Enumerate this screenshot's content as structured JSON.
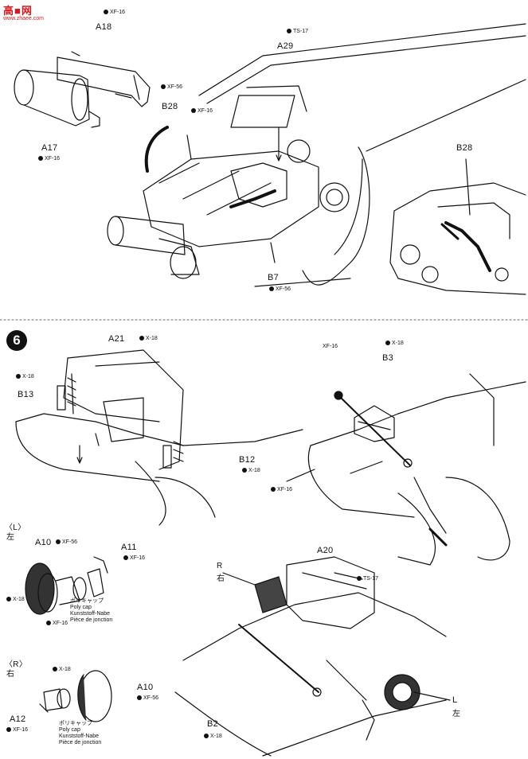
{
  "watermark": {
    "title": "高■网",
    "url": "www.zhaee.com"
  },
  "step_number": "6",
  "top": {
    "a18": "A18",
    "a18_paint": "XF-16",
    "a29": "A29",
    "a29_paint": "TS-17",
    "b28": "B28",
    "b28_paint_top": "XF-56",
    "b28_paint_side": "XF-16",
    "a17": "A17",
    "a17_paint": "XF-16",
    "b7": "B7",
    "b7_paint": "XF-56",
    "b28_detail": "B28"
  },
  "bottom": {
    "a21": "A21",
    "a21_paint": "X-18",
    "b13": "B13",
    "b13_paint": "X-18",
    "b12": "B12",
    "b12_paint": "X-18",
    "b3": "B3",
    "b3_paint_left": "XF-16",
    "b3_paint_right": "X-18",
    "right_xf16": "XF-16",
    "left_side": "〈L〉",
    "left_side_cn": "左",
    "a10": "A10",
    "a10_paint": "XF-56",
    "a11": "A11",
    "a11_paint": "XF-16",
    "l_x18": "X-18",
    "l_xf16": "XF-16",
    "poly_cap": [
      "ポリキャップ",
      "Poly cap",
      "Kunststoff-Nabe",
      "Pièce de jonction"
    ],
    "right_side": "〈R〉",
    "right_side_cn": "右",
    "r_x18": "X-18",
    "a10r": "A10",
    "a10r_paint": "XF-56",
    "a12": "A12",
    "a12_paint": "XF-16",
    "a20": "A20",
    "a20_paint": "TS-17",
    "r_mark": "R",
    "r_mark_cn": "右",
    "l_mark": "L",
    "l_mark_cn": "左",
    "b2": "B2",
    "b2_paint": "X-18"
  }
}
